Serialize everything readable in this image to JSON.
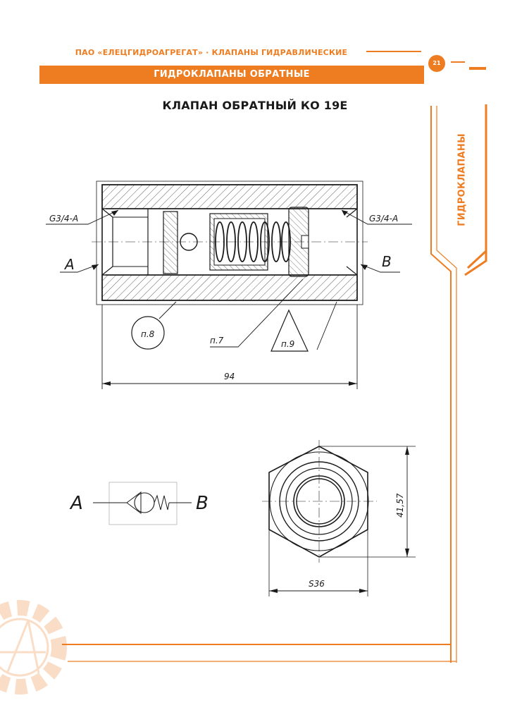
{
  "header": {
    "company": "ПАО «ЕЛЕЦГИДРОАГРЕГАТ» · КЛАПАНЫ ГИДРАВЛИЧЕСКИЕ",
    "section": "ГИДРОКЛАПАНЫ ОБРАТНЫЕ",
    "page_number": "21"
  },
  "side_tab": {
    "label": "ГИДРОКЛАПАНЫ"
  },
  "title": "КЛАПАН ОБРАТНЫЙ КО 19Е",
  "drawing": {
    "thread_left": "G3/4-A",
    "thread_right": "G3/4-A",
    "port_a": "A",
    "port_b": "B",
    "ref_p8": "п.8",
    "ref_p7": "п.7",
    "ref_p9": "п.9",
    "length_dim": "94"
  },
  "end_view": {
    "height_dim": "41,57",
    "width_dim": "S36"
  },
  "symbol": {
    "port_a": "A",
    "port_b": "B"
  },
  "colors": {
    "accent": "#ee7d22",
    "ink": "#1a1a1a"
  }
}
